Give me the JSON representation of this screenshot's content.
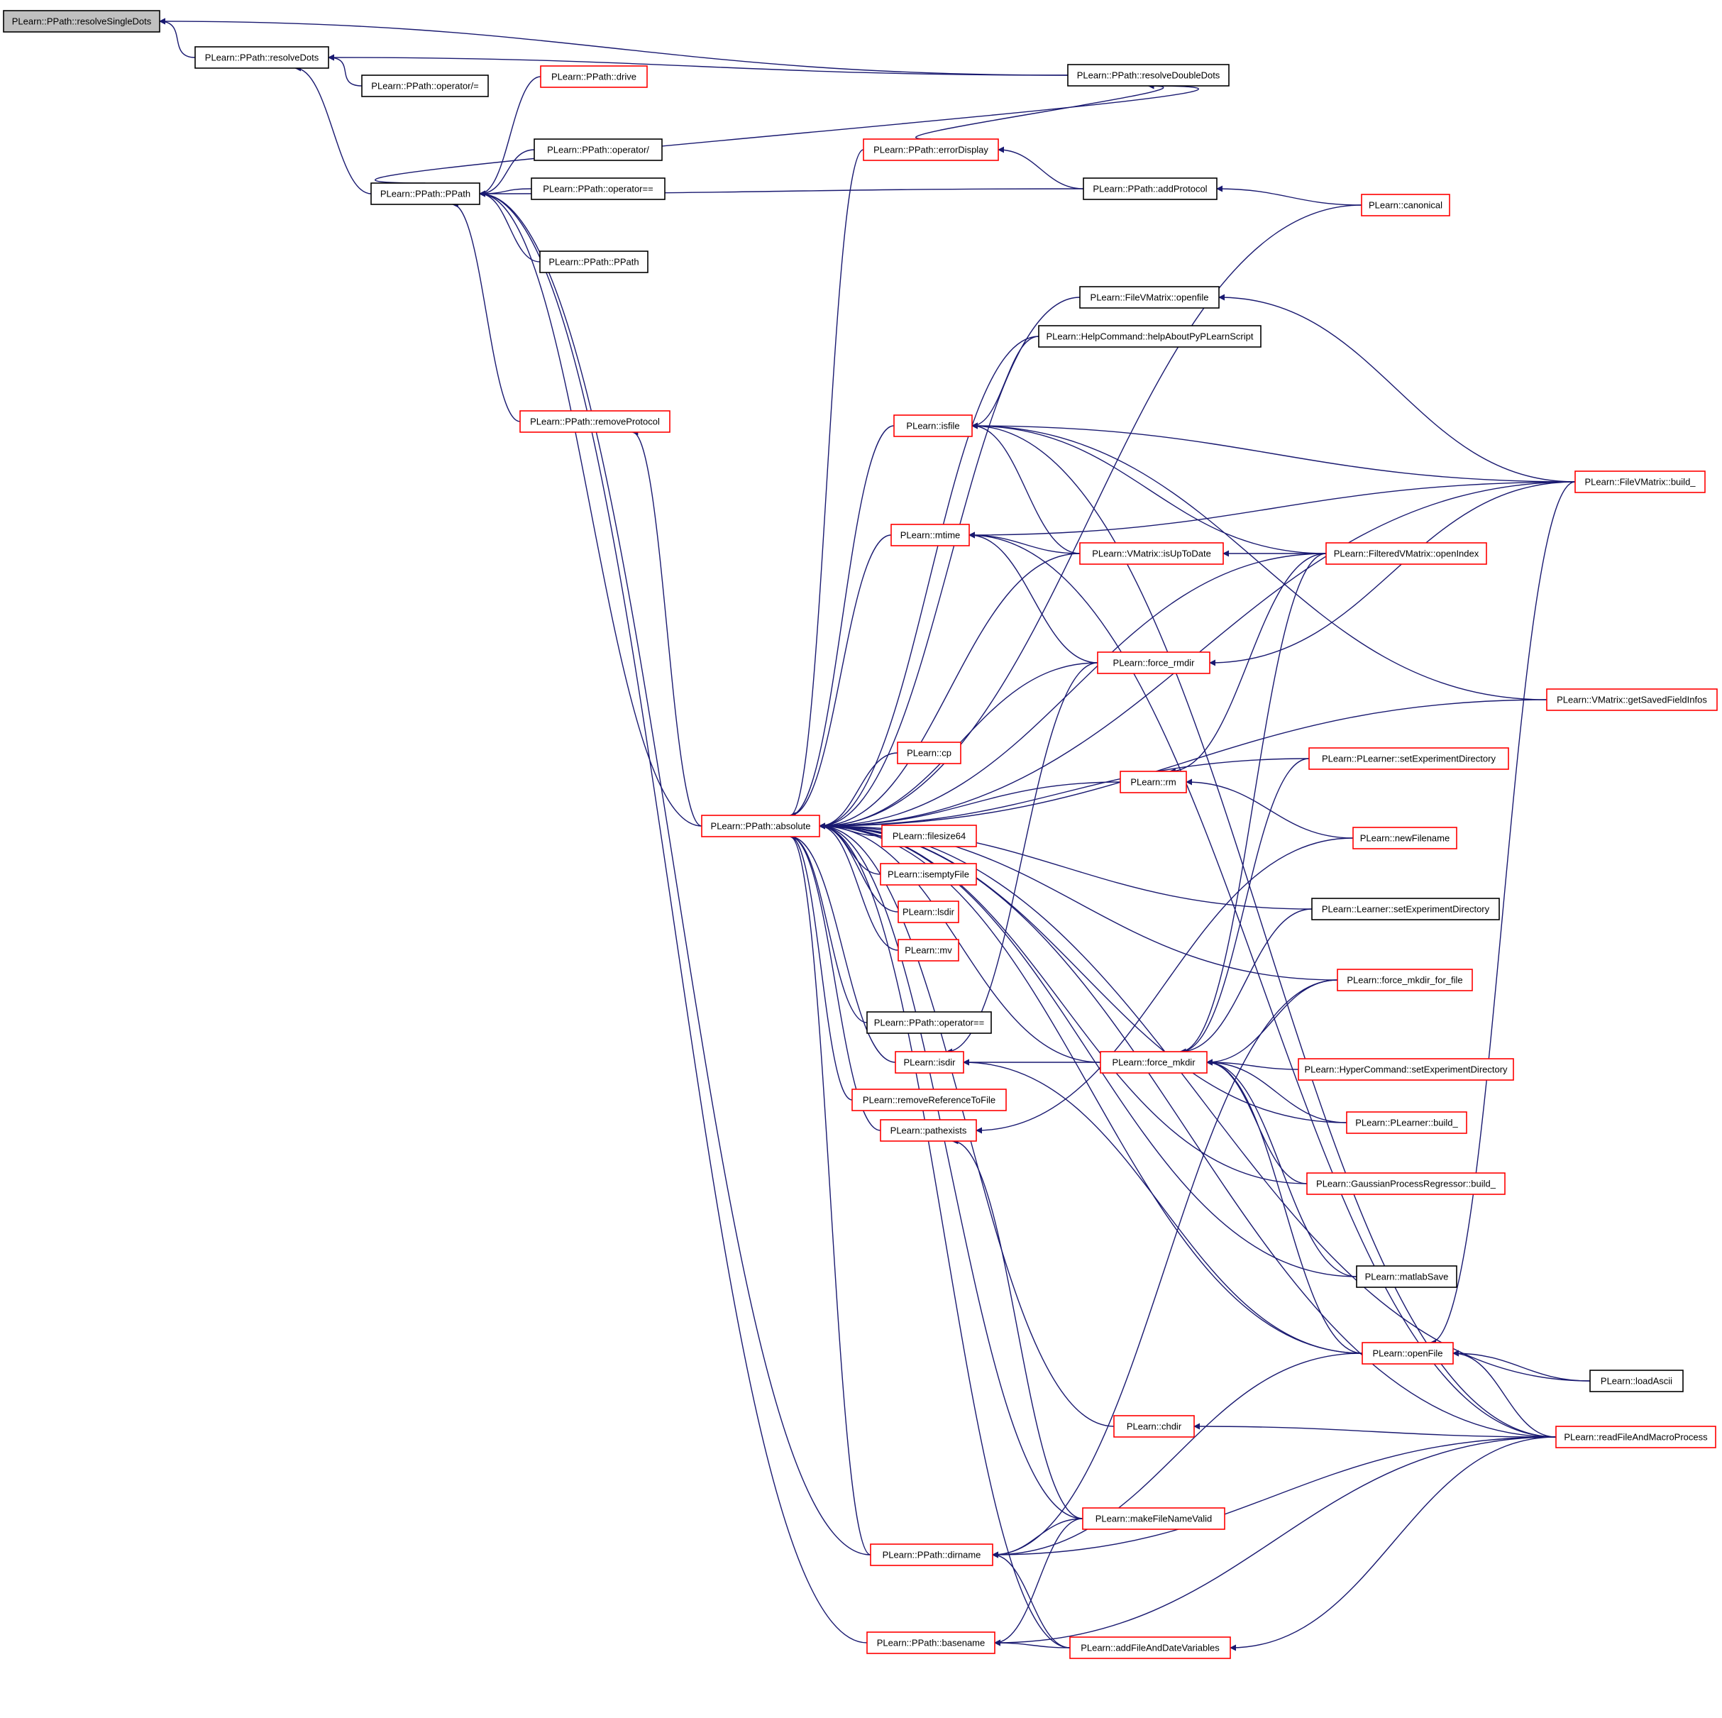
{
  "diagram": {
    "title": "",
    "colors": {
      "edge": "#191970",
      "root_fill": "#c0c0c0",
      "linked_border": "#ff0000",
      "plain_border": "#000000",
      "box_fill": "#ffffff"
    },
    "nodes": [
      {
        "id": "n0",
        "label": "PLearn::PPath::resolveSingleDots",
        "kind": "root"
      },
      {
        "id": "n1",
        "label": "PLearn::PPath::resolveDots",
        "kind": "plain"
      },
      {
        "id": "n2",
        "label": "PLearn::PPath::operator/=",
        "kind": "plain"
      },
      {
        "id": "n3",
        "label": "PLearn::PPath::resolveDoubleDots",
        "kind": "plain"
      },
      {
        "id": "n4",
        "label": "PLearn::PPath::drive",
        "kind": "linked"
      },
      {
        "id": "n5",
        "label": "PLearn::PPath::operator/",
        "kind": "plain"
      },
      {
        "id": "n6",
        "label": "PLearn::PPath::operator==",
        "kind": "plain"
      },
      {
        "id": "n7",
        "label": "PLearn::PPath::PPath",
        "kind": "plain"
      },
      {
        "id": "n8",
        "label": "PLearn::PPath::PPath",
        "kind": "plain"
      },
      {
        "id": "n9",
        "label": "PLearn::PPath::errorDisplay",
        "kind": "linked"
      },
      {
        "id": "n10",
        "label": "PLearn::PPath::addProtocol",
        "kind": "plain"
      },
      {
        "id": "n11",
        "label": "PLearn::canonical",
        "kind": "linked"
      },
      {
        "id": "n12",
        "label": "PLearn::FileVMatrix::openfile",
        "kind": "plain"
      },
      {
        "id": "n13",
        "label": "PLearn::HelpCommand::helpAboutPyPLearnScript",
        "kind": "plain"
      },
      {
        "id": "n14",
        "label": "PLearn::PPath::removeProtocol",
        "kind": "linked"
      },
      {
        "id": "n15",
        "label": "PLearn::isfile",
        "kind": "linked"
      },
      {
        "id": "n16",
        "label": "PLearn::FileVMatrix::build_",
        "kind": "linked"
      },
      {
        "id": "n17",
        "label": "PLearn::mtime",
        "kind": "linked"
      },
      {
        "id": "n18",
        "label": "PLearn::VMatrix::isUpToDate",
        "kind": "linked"
      },
      {
        "id": "n19",
        "label": "PLearn::FilteredVMatrix::openIndex",
        "kind": "linked"
      },
      {
        "id": "n20",
        "label": "PLearn::force_rmdir",
        "kind": "linked"
      },
      {
        "id": "n21",
        "label": "PLearn::VMatrix::getSavedFieldInfos",
        "kind": "linked"
      },
      {
        "id": "n22",
        "label": "PLearn::PLearner::setExperimentDirectory",
        "kind": "linked"
      },
      {
        "id": "n23",
        "label": "PLearn::cp",
        "kind": "linked"
      },
      {
        "id": "n24",
        "label": "PLearn::rm",
        "kind": "linked"
      },
      {
        "id": "n25",
        "label": "PLearn::PPath::absolute",
        "kind": "linked"
      },
      {
        "id": "n26",
        "label": "PLearn::filesize64",
        "kind": "linked"
      },
      {
        "id": "n27",
        "label": "PLearn::newFilename",
        "kind": "linked"
      },
      {
        "id": "n28",
        "label": "PLearn::isemptyFile",
        "kind": "linked"
      },
      {
        "id": "n29",
        "label": "PLearn::Learner::setExperimentDirectory",
        "kind": "plain"
      },
      {
        "id": "n30",
        "label": "PLearn::lsdir",
        "kind": "linked"
      },
      {
        "id": "n31",
        "label": "PLearn::mv",
        "kind": "linked"
      },
      {
        "id": "n32",
        "label": "PLearn::force_mkdir_for_file",
        "kind": "linked"
      },
      {
        "id": "n33",
        "label": "PLearn::PPath::operator==",
        "kind": "plain"
      },
      {
        "id": "n34",
        "label": "PLearn::isdir",
        "kind": "linked"
      },
      {
        "id": "n35",
        "label": "PLearn::force_mkdir",
        "kind": "linked"
      },
      {
        "id": "n36",
        "label": "PLearn::HyperCommand::setExperimentDirectory",
        "kind": "linked"
      },
      {
        "id": "n37",
        "label": "PLearn::removeReferenceToFile",
        "kind": "linked"
      },
      {
        "id": "n38",
        "label": "PLearn::PLearner::build_",
        "kind": "linked"
      },
      {
        "id": "n39",
        "label": "PLearn::pathexists",
        "kind": "linked"
      },
      {
        "id": "n40",
        "label": "PLearn::GaussianProcessRegressor::build_",
        "kind": "linked"
      },
      {
        "id": "n41",
        "label": "PLearn::matlabSave",
        "kind": "plain"
      },
      {
        "id": "n42",
        "label": "PLearn::openFile",
        "kind": "linked"
      },
      {
        "id": "n43",
        "label": "PLearn::loadAscii",
        "kind": "plain"
      },
      {
        "id": "n44",
        "label": "PLearn::chdir",
        "kind": "linked"
      },
      {
        "id": "n45",
        "label": "PLearn::readFileAndMacroProcess",
        "kind": "linked"
      },
      {
        "id": "n46",
        "label": "PLearn::makeFileNameValid",
        "kind": "linked"
      },
      {
        "id": "n47",
        "label": "PLearn::PPath::dirname",
        "kind": "linked"
      },
      {
        "id": "n48",
        "label": "PLearn::PPath::basename",
        "kind": "linked"
      },
      {
        "id": "n49",
        "label": "PLearn::addFileAndDateVariables",
        "kind": "linked"
      }
    ],
    "edges": [
      [
        "n1",
        "n0"
      ],
      [
        "n3",
        "n0"
      ],
      [
        "n2",
        "n1"
      ],
      [
        "n3",
        "n1"
      ],
      [
        "n7",
        "n1"
      ],
      [
        "n9",
        "n3"
      ],
      [
        "n7",
        "n3"
      ],
      [
        "n4",
        "n7"
      ],
      [
        "n5",
        "n7"
      ],
      [
        "n6",
        "n7"
      ],
      [
        "n8",
        "n7"
      ],
      [
        "n10",
        "n7"
      ],
      [
        "n14",
        "n7"
      ],
      [
        "n25",
        "n7"
      ],
      [
        "n47",
        "n7"
      ],
      [
        "n48",
        "n7"
      ],
      [
        "n10",
        "n9"
      ],
      [
        "n11",
        "n10"
      ],
      [
        "n25",
        "n14"
      ],
      [
        "n9",
        "n25"
      ],
      [
        "n11",
        "n25"
      ],
      [
        "n12",
        "n25"
      ],
      [
        "n13",
        "n25"
      ],
      [
        "n15",
        "n25"
      ],
      [
        "n16",
        "n25"
      ],
      [
        "n17",
        "n25"
      ],
      [
        "n18",
        "n25"
      ],
      [
        "n19",
        "n25"
      ],
      [
        "n20",
        "n25"
      ],
      [
        "n21",
        "n25"
      ],
      [
        "n22",
        "n25"
      ],
      [
        "n23",
        "n25"
      ],
      [
        "n24",
        "n25"
      ],
      [
        "n26",
        "n25"
      ],
      [
        "n28",
        "n25"
      ],
      [
        "n29",
        "n25"
      ],
      [
        "n30",
        "n25"
      ],
      [
        "n31",
        "n25"
      ],
      [
        "n32",
        "n25"
      ],
      [
        "n33",
        "n25"
      ],
      [
        "n34",
        "n25"
      ],
      [
        "n35",
        "n25"
      ],
      [
        "n37",
        "n25"
      ],
      [
        "n38",
        "n25"
      ],
      [
        "n39",
        "n25"
      ],
      [
        "n40",
        "n25"
      ],
      [
        "n41",
        "n25"
      ],
      [
        "n42",
        "n25"
      ],
      [
        "n43",
        "n25"
      ],
      [
        "n44",
        "n25"
      ],
      [
        "n45",
        "n25"
      ],
      [
        "n46",
        "n25"
      ],
      [
        "n47",
        "n25"
      ],
      [
        "n49",
        "n25"
      ],
      [
        "n16",
        "n12"
      ],
      [
        "n13",
        "n15"
      ],
      [
        "n16",
        "n15"
      ],
      [
        "n18",
        "n15"
      ],
      [
        "n19",
        "n15"
      ],
      [
        "n21",
        "n15"
      ],
      [
        "n45",
        "n15"
      ],
      [
        "n18",
        "n17"
      ],
      [
        "n20",
        "n17"
      ],
      [
        "n16",
        "n17"
      ],
      [
        "n45",
        "n17"
      ],
      [
        "n19",
        "n18"
      ],
      [
        "n16",
        "n20"
      ],
      [
        "n27",
        "n24"
      ],
      [
        "n19",
        "n24"
      ],
      [
        "n20",
        "n34"
      ],
      [
        "n35",
        "n34"
      ],
      [
        "n42",
        "n34"
      ],
      [
        "n27",
        "n39"
      ],
      [
        "n46",
        "n39"
      ],
      [
        "n22",
        "n35"
      ],
      [
        "n29",
        "n35"
      ],
      [
        "n32",
        "n35"
      ],
      [
        "n36",
        "n35"
      ],
      [
        "n38",
        "n35"
      ],
      [
        "n40",
        "n35"
      ],
      [
        "n41",
        "n35"
      ],
      [
        "n42",
        "n35"
      ],
      [
        "n19",
        "n35"
      ],
      [
        "n16",
        "n42"
      ],
      [
        "n43",
        "n42"
      ],
      [
        "n45",
        "n42"
      ],
      [
        "n45",
        "n44"
      ],
      [
        "n46",
        "n47"
      ],
      [
        "n32",
        "n47"
      ],
      [
        "n42",
        "n47"
      ],
      [
        "n45",
        "n47"
      ],
      [
        "n49",
        "n47"
      ],
      [
        "n46",
        "n48"
      ],
      [
        "n49",
        "n48"
      ],
      [
        "n45",
        "n48"
      ],
      [
        "n45",
        "n49"
      ]
    ]
  }
}
